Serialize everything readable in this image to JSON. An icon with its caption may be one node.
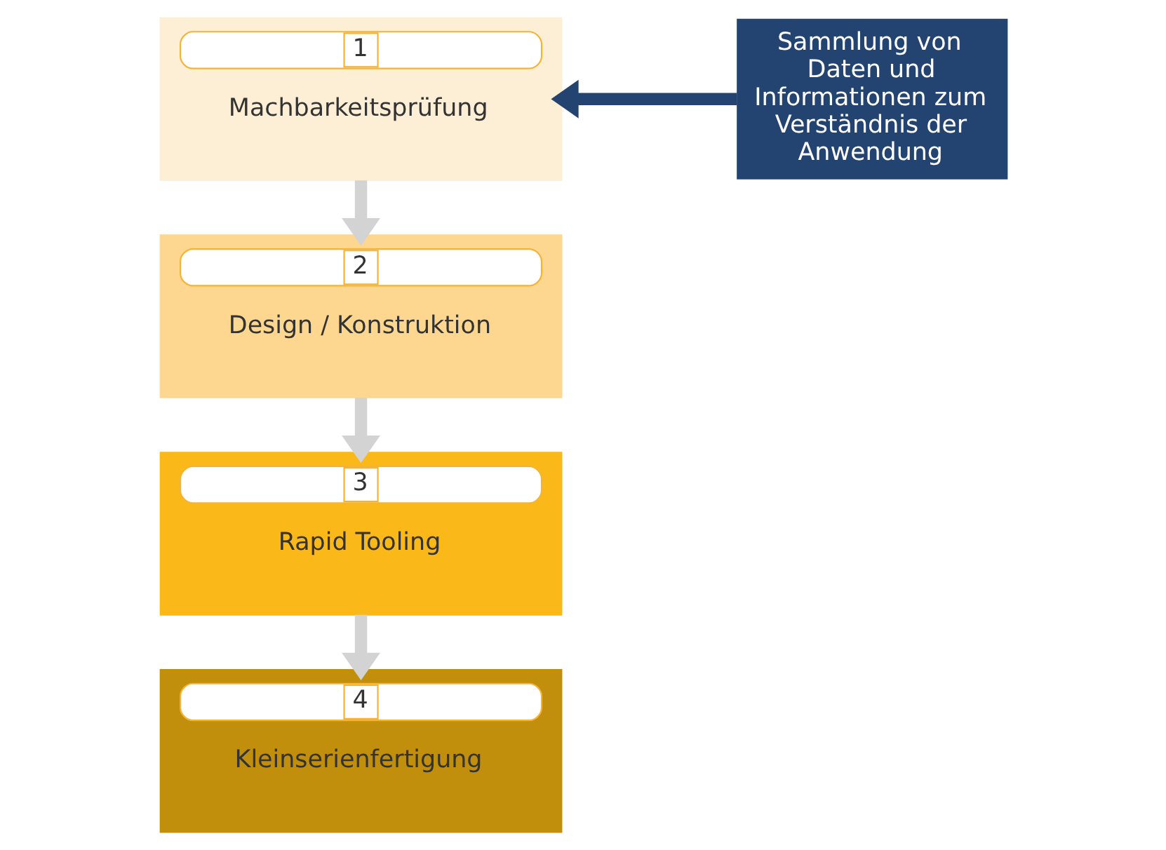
{
  "diagram": {
    "nodes": [
      {
        "text": [
          "1",
          "Machbarkeitsprüfung"
        ]
      },
      {
        "text": [
          "2",
          "Design / Konstruktion"
        ]
      },
      {
        "text": [
          "3",
          "Rapid Tooling"
        ]
      },
      {
        "text": [
          "4",
          "Kleinserienfertigung"
        ]
      },
      {
        "text": [
          "Sammlung von Daten und Informationen zum Verständnis der Anwendung"
        ]
      }
    ],
    "edges": [
      {
        "from": 4,
        "to": 0,
        "arrow": "to",
        "color": "#234470"
      },
      {
        "from": 0,
        "to": 1,
        "arrow": "to"
      },
      {
        "from": 1,
        "to": 2,
        "arrow": "to"
      },
      {
        "from": 2,
        "to": 3,
        "arrow": "to"
      }
    ]
  }
}
